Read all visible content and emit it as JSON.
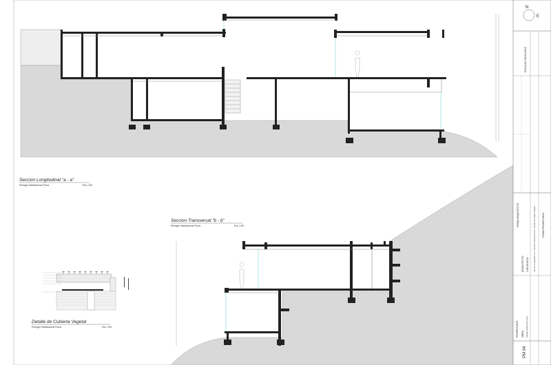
{
  "drawings": [
    {
      "title": "Seccion  Longitudinal \"a - a\"",
      "subtitle": "Refugio Habitacional Fiuza",
      "scale": "Esc 1:50"
    },
    {
      "title": "Seccion  Transversal \"b - b\"",
      "subtitle": "Refugio Habitacional Fiuza",
      "scale": "Esc 1:50"
    },
    {
      "title": "Detalle de Cubierta Vegetal",
      "subtitle": "Refugio Habitacional Fiuza",
      "scale": "Esc 1:50"
    }
  ],
  "title_block": {
    "north": "N",
    "east": "E",
    "scales": "ESCALAS INDICADAS",
    "firma_arquitecto": "FIRMA ARQUITECTO",
    "firma_propietario": "FIRMA PROPIETARIO",
    "arquitecto": "ARQUITECTO",
    "contenido": "CONTENIDO",
    "contenido_value": "Seccion Longitudinal \"a-a\" / Seccion Transversal \"b-b\" / Detalle de Cubierta Vegetal",
    "propietario": "PROPIETARIO",
    "obra": "OBRA",
    "obra_value": "Refugio Habitacional Fiuza",
    "sheet": "PM 04"
  },
  "colors": {
    "ground": "#d9d9d9",
    "structure": "#222222",
    "glass": "#7fd8d8"
  }
}
